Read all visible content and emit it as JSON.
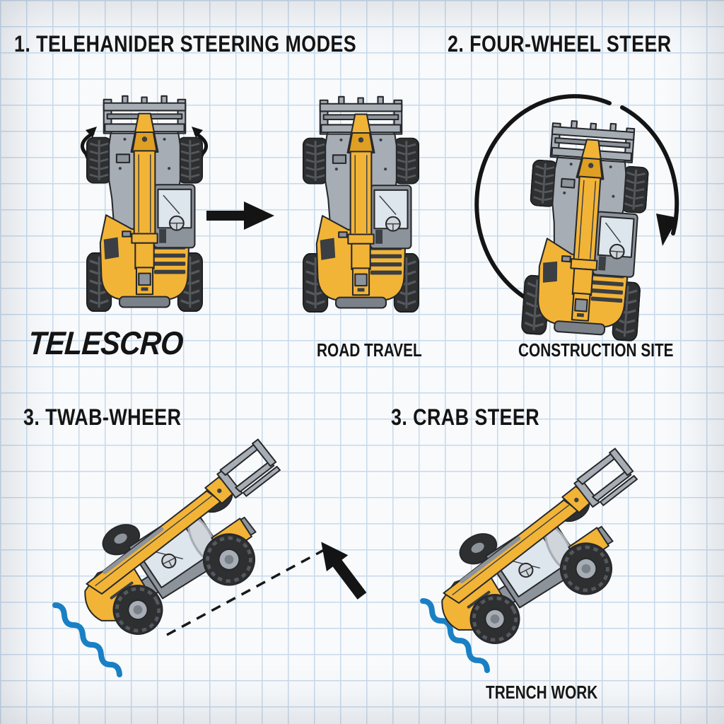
{
  "colors": {
    "paper": "#f8fafc",
    "grid": "#c8d9ea",
    "ink": "#141414",
    "yellow": "#f2b437",
    "yellow_dark": "#df9f22",
    "gray": "#a7adb5",
    "gray_mid": "#8d939b",
    "gray_dark": "#7b8189",
    "tire": "#2d2f31",
    "tire_tread": "#55585c",
    "window": "#dde5ed",
    "glass_light": "#cfd5db",
    "detail": "#3b3e42",
    "water": "#1a80c4"
  },
  "labels": {
    "title_1": "1. TELEHANIDER STEERING MODES",
    "title_2": "2. FOUR-WHEEL STEER",
    "title_3": "3. TWAB-WHEER",
    "title_4": "3. CRAB STEER",
    "brand": "TELESCRO",
    "caption_road_travel": "ROAD TRAVEL",
    "caption_construction_site": "CONSTRUCTION SITE",
    "caption_trench_work": "TRENCH WORK"
  },
  "icons": {
    "right-arrow-icon": "→",
    "rotation-arrow-icon": "⟳",
    "swivel-arrow-icon": "⇅",
    "diagonal-arrow-icon": "↖",
    "squiggle-line": "〜",
    "dashed-guide-line": "┄"
  }
}
